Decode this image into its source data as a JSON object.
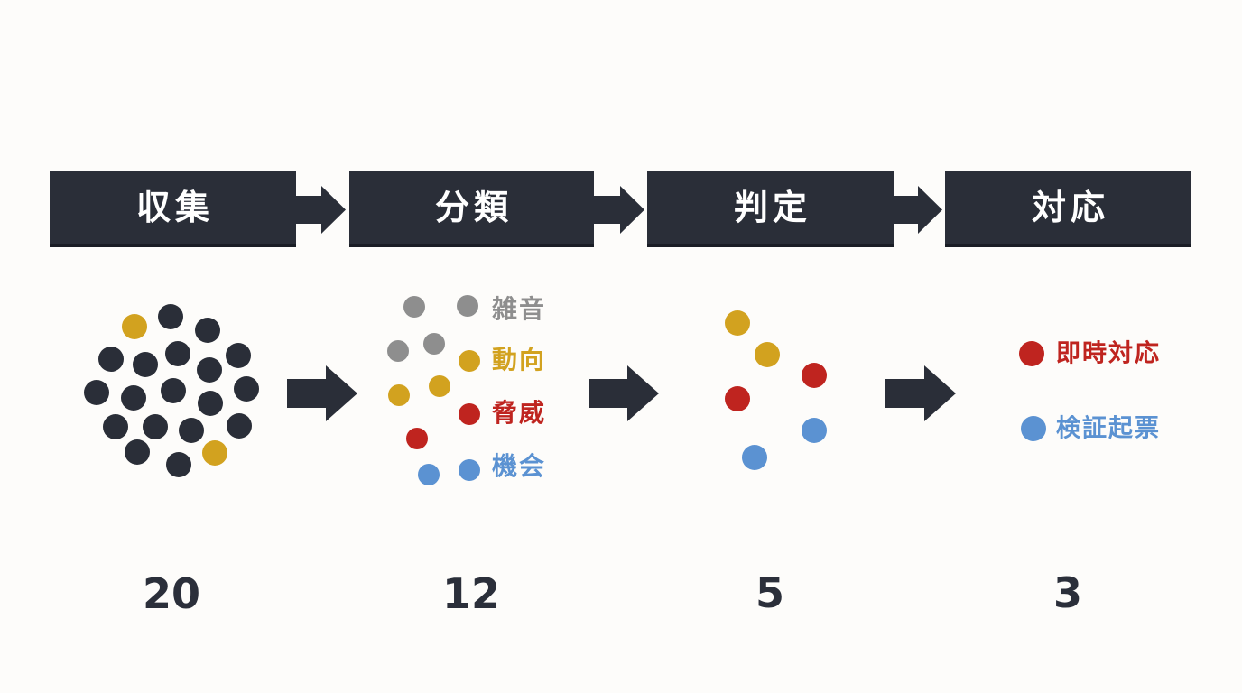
{
  "colors": {
    "dark": "#2a2e38",
    "yellow": "#d2a21f",
    "red": "#bf241f",
    "blue": "#5b92d2",
    "gray": "#8e8e8e",
    "background": "#fdfcfa",
    "header_text": "#ffffff",
    "count_text": "#2b2f3a"
  },
  "stages": [
    {
      "title": "収集",
      "count": "20"
    },
    {
      "title": "分類",
      "count": "12"
    },
    {
      "title": "判定",
      "count": "5"
    },
    {
      "title": "対応",
      "count": "3"
    }
  ],
  "category_labels": [
    {
      "text": "雑音",
      "color": "gray"
    },
    {
      "text": "動向",
      "color": "yellow"
    },
    {
      "text": "脅威",
      "color": "red"
    },
    {
      "text": "機会",
      "color": "blue"
    }
  ],
  "response_legend": [
    {
      "text": "即時対応",
      "color": "red"
    },
    {
      "text": "検証起票",
      "color": "blue"
    }
  ],
  "dots": {
    "stage1": [
      [
        149,
        362,
        14,
        "yellow"
      ],
      [
        189,
        351,
        14,
        "dark"
      ],
      [
        230,
        366,
        14,
        "dark"
      ],
      [
        123,
        398,
        14,
        "dark"
      ],
      [
        161,
        404,
        14,
        "dark"
      ],
      [
        197,
        392,
        14,
        "dark"
      ],
      [
        232,
        410,
        14,
        "dark"
      ],
      [
        264,
        394,
        14,
        "dark"
      ],
      [
        107,
        435,
        14,
        "dark"
      ],
      [
        148,
        441,
        14,
        "dark"
      ],
      [
        192,
        433,
        14,
        "dark"
      ],
      [
        233,
        447,
        14,
        "dark"
      ],
      [
        273,
        431,
        14,
        "dark"
      ],
      [
        128,
        473,
        14,
        "dark"
      ],
      [
        172,
        473,
        14,
        "dark"
      ],
      [
        212,
        477,
        14,
        "dark"
      ],
      [
        265,
        472,
        14,
        "dark"
      ],
      [
        152,
        501,
        14,
        "dark"
      ],
      [
        198,
        515,
        14,
        "dark"
      ],
      [
        238,
        502,
        14,
        "yellow"
      ]
    ],
    "stage2": [
      [
        459,
        340,
        12,
        "gray"
      ],
      [
        518,
        339,
        12,
        "gray"
      ],
      [
        481,
        381,
        12,
        "gray"
      ],
      [
        441,
        389,
        12,
        "gray"
      ],
      [
        520,
        400,
        12,
        "yellow"
      ],
      [
        487,
        428,
        12,
        "yellow"
      ],
      [
        442,
        438,
        12,
        "yellow"
      ],
      [
        520,
        459,
        12,
        "red"
      ],
      [
        462,
        486,
        12,
        "red"
      ],
      [
        520,
        521,
        12,
        "blue"
      ],
      [
        475,
        526,
        12,
        "blue"
      ]
    ],
    "stage3": [
      [
        817,
        358,
        14,
        "yellow"
      ],
      [
        850,
        393,
        14,
        "yellow"
      ],
      [
        902,
        416,
        14,
        "red"
      ],
      [
        817,
        442,
        14,
        "red"
      ],
      [
        902,
        477,
        14,
        "blue"
      ],
      [
        836,
        507,
        14,
        "blue"
      ]
    ],
    "stage4": [
      [
        1143,
        392,
        14,
        "red"
      ],
      [
        1145,
        475,
        14,
        "blue"
      ]
    ]
  }
}
